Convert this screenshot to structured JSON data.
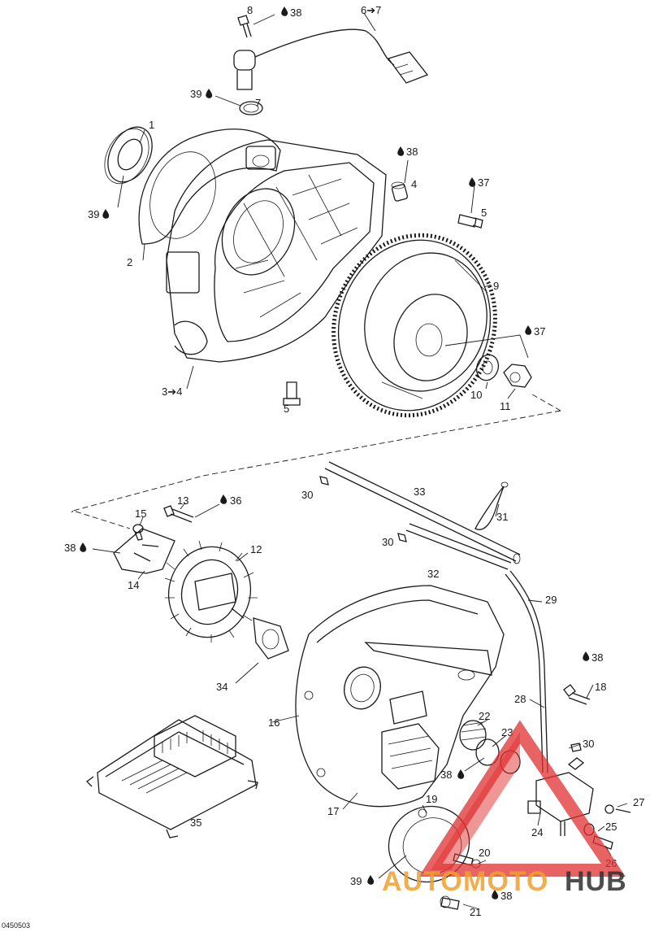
{
  "diagram_code": "0450503",
  "callouts": {
    "c1": "1",
    "c2": "2",
    "c3": "3➔4",
    "c4": "4",
    "c5a": "5",
    "c5b": "5",
    "c6": "6➔7",
    "c7": "7",
    "c8": "8",
    "c9": "9",
    "c10": "10",
    "c11": "11",
    "c12": "12",
    "c13": "13",
    "c14": "14",
    "c15": "15",
    "c16": "16",
    "c17": "17",
    "c18": "18",
    "c19": "19",
    "c20": "20",
    "c21": "21",
    "c22": "22",
    "c23": "23",
    "c24": "24",
    "c25": "25",
    "c26": "26",
    "c27": "27",
    "c28": "28",
    "c29": "29",
    "c30a": "30",
    "c30b": "30",
    "c30c": "30",
    "c31": "31",
    "c32": "32",
    "c33": "33",
    "c34": "34",
    "c35": "35"
  },
  "lubricants": {
    "l38_top": "38",
    "l39_seal": "39",
    "l39_ring": "39",
    "l38_4": "38",
    "l37_5": "37",
    "l37_11": "37",
    "l36_13": "36",
    "l38_15": "38",
    "l38_18": "38",
    "l38_23": "38",
    "l39_19": "39",
    "l38_21": "38"
  },
  "watermark": {
    "part1": "AUTO",
    "part2": "MOTO",
    "part3": "HUB"
  },
  "colors": {
    "line": "#1a1a1a",
    "watermark_red": "#e03030",
    "watermark_orange": "#f0a030",
    "watermark_dark": "#303030"
  }
}
